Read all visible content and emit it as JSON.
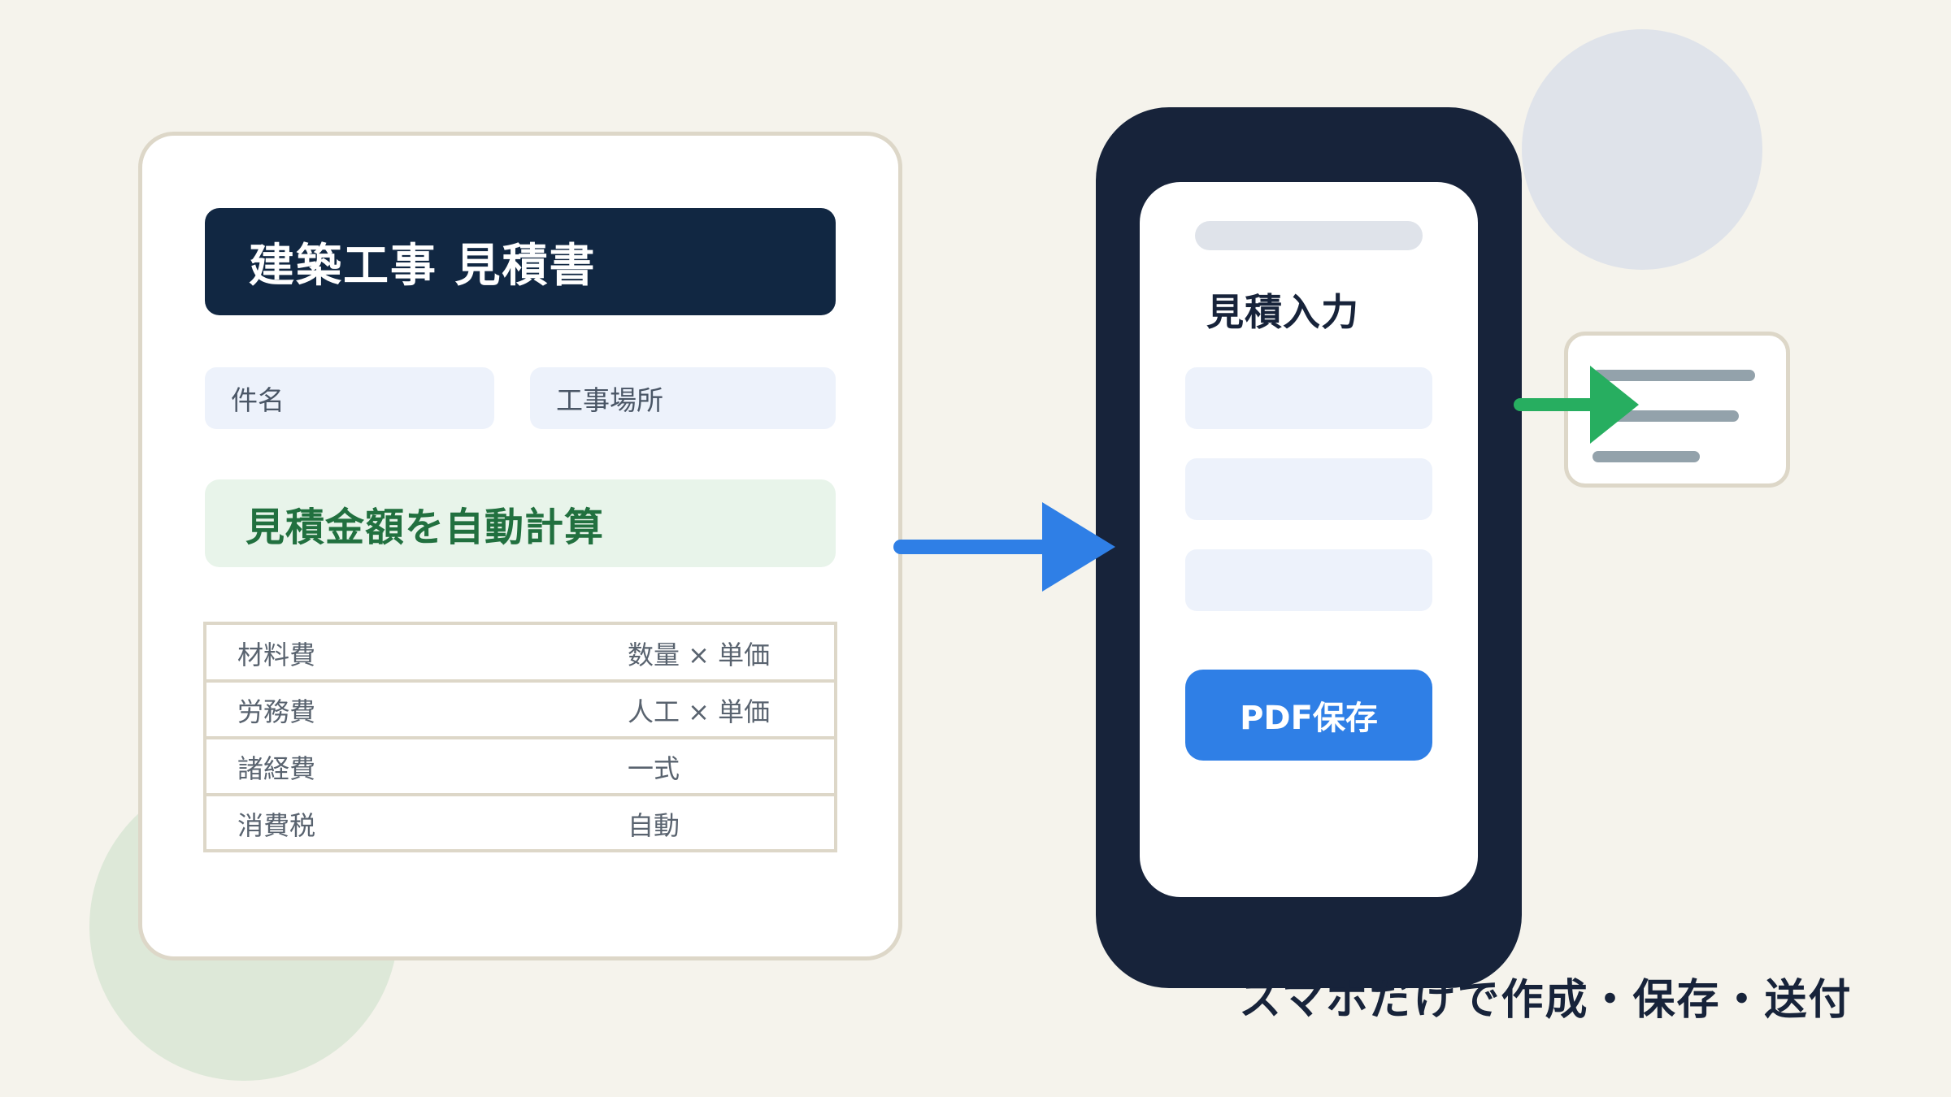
{
  "estimate_document": {
    "title": "建築工事 見積書",
    "fields": [
      "件名",
      "工事場所"
    ],
    "auto_calc_label": "見積金額を自動計算",
    "cost_rows": [
      {
        "item": "材料費",
        "formula": "数量 × 単価"
      },
      {
        "item": "労務費",
        "formula": "人工 × 単価"
      },
      {
        "item": "諸経費",
        "formula": "一式"
      },
      {
        "item": "消費税",
        "formula": "自動"
      }
    ]
  },
  "phone": {
    "heading": "見積入力",
    "button_label": "PDF保存"
  },
  "caption": "スマホだけで作成・保存・送付",
  "colors": {
    "background": "#f5f3ec",
    "navy": "#112742",
    "phone": "#17233a",
    "accent_blue": "#2f7fe6",
    "accent_green": "#27ae60",
    "field": "#edf2fb",
    "calc_bg": "#e8f4ea",
    "calc_text": "#21703f"
  },
  "icons": [
    "arrow-right-icon",
    "send-arrow-icon",
    "document-icon"
  ]
}
